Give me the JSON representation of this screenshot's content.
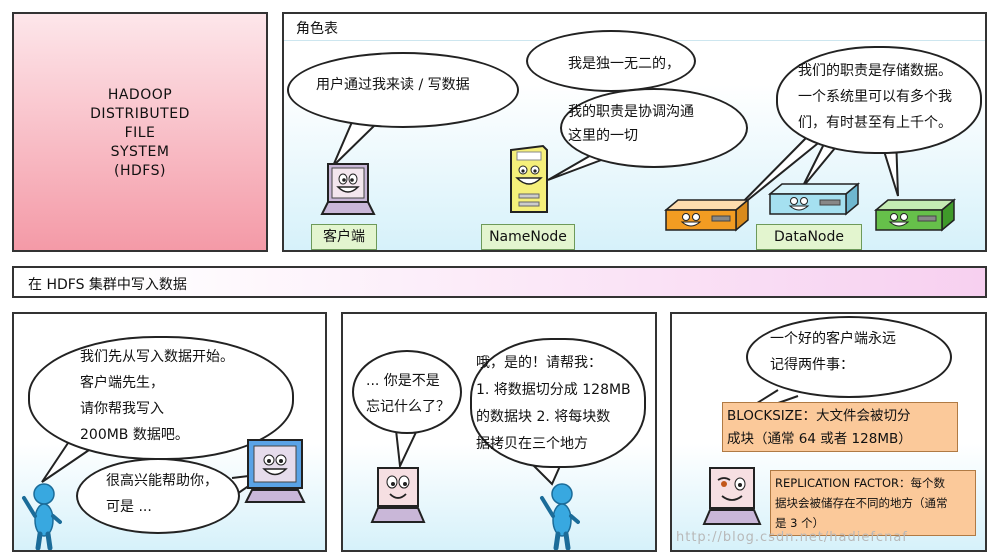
{
  "title_panel": {
    "lines": [
      "HADOOP",
      "DISTRIBUTED",
      "FILE",
      "SYSTEM",
      "(HDFS)"
    ]
  },
  "roles_panel": {
    "header": "角色表",
    "client_bubble": "用户通过我来读 / 写数据",
    "namenode_bubble": "我是独一无二的，\n\n我的职责是协调沟通\n这里的一切",
    "datanode_bubble": "我们的职责是存储数据。\n一个系统里可以有多个我\n们，有时甚至有上千个。",
    "client_label": "客户端",
    "namenode_label": "NameNode",
    "datanode_label": "DataNode"
  },
  "section_title": "在 HDFS 集群中写入数据",
  "panel_a": {
    "user_bubble": "我们先从写入数据开始。\n客户端先生，\n请你帮我写入\n200MB 数据吧。",
    "client_bubble": "很高兴能帮助你，\n可是 ..."
  },
  "panel_b": {
    "client_bubble": "... 你是不是\n忘记什么了？",
    "user_bubble": "哦，是的！请帮我：\n1. 将数据切分成 128MB\n的数据块 2. 将每块数\n据拷贝在三个地方"
  },
  "panel_c": {
    "bubble": "一个好的客户端永远\n记得两件事：",
    "blocksize_note": "BLOCKSIZE：大文件会被切分\n成块（通常 64 或者 128MB）",
    "replication_note": "REPLICATION FACTOR：每个数\n据块会被储存在不同的地方（通常\n是 3 个）",
    "watermark": "http://blog.csdn.net/hadiefcnaf"
  },
  "colors": {
    "title_panel_top": "#fde6ea",
    "title_panel_bottom": "#f49aa7",
    "panel_bg_top": "#ffffff",
    "panel_bg_bottom": "#d6f1fa",
    "note_orange": "#fbc99a",
    "label_green": "#e3f5cf",
    "section_bar": "#f7d0f0"
  }
}
